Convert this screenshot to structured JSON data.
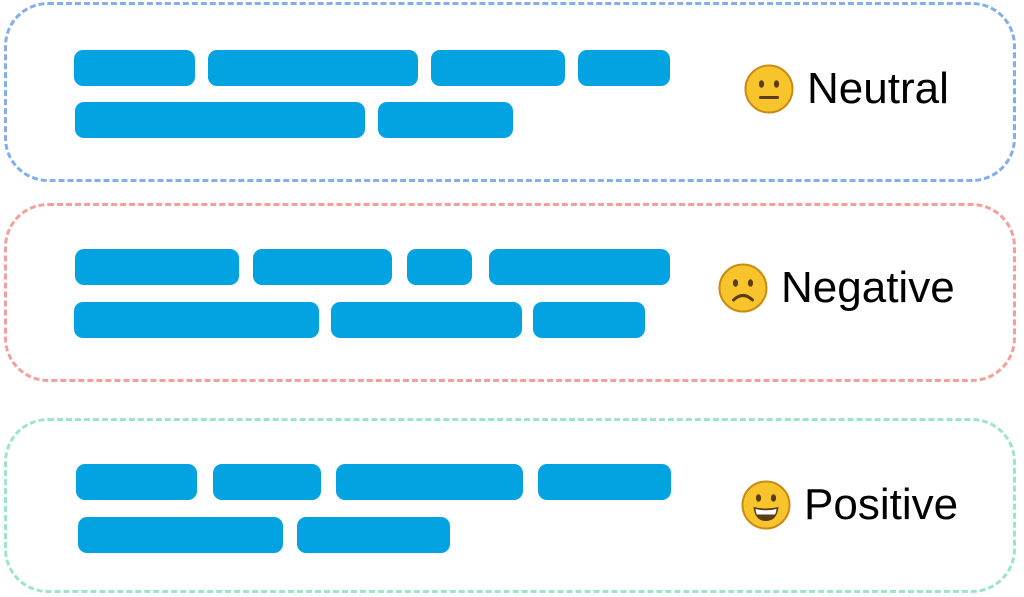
{
  "colors": {
    "token": "#03A3E2",
    "face_fill": "#F7C52B",
    "face_stroke": "#C98A12",
    "feature": "#5A3B1A"
  },
  "panels": [
    {
      "label": "Neutral",
      "border_color": "#82AEEA",
      "icon": "neutral-face-icon",
      "rows": [
        [
          1,
          2,
          1.1,
          0.6
        ],
        [
          2.4,
          1.1
        ]
      ]
    },
    {
      "label": "Negative",
      "border_color": "#F3A09B",
      "icon": "frowning-face-icon",
      "rows": [
        [
          1.4,
          1.2,
          0.55,
          1.55
        ],
        [
          1.6,
          1.6,
          0.95
        ]
      ]
    },
    {
      "label": "Positive",
      "border_color": "#9EE3CE",
      "icon": "smiling-face-icon",
      "rows": [
        [
          1.0,
          0.9,
          1.6,
          1.1
        ],
        [
          1.6,
          1.2
        ]
      ]
    }
  ]
}
